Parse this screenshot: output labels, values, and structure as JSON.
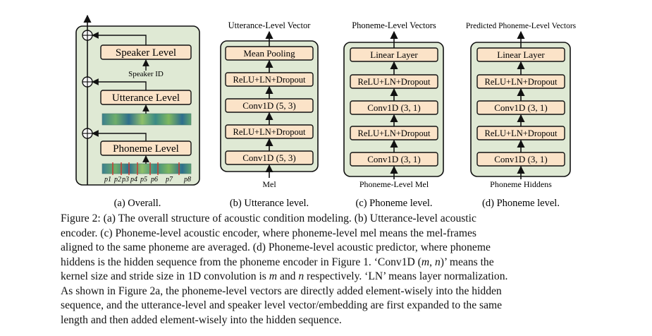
{
  "panel_a": {
    "blocks": [
      "Speaker Level",
      "Utterance Level",
      "Phoneme Level"
    ],
    "speaker_id_label": "Speaker ID",
    "phone_ticks": [
      "p1",
      "p2",
      "p3",
      "p4",
      "p5",
      "p6",
      "p7",
      "p8"
    ],
    "subcaption": "(a) Overall."
  },
  "panel_b": {
    "top_label": "Utterance-Level Vector",
    "blocks": [
      "Mean Pooling",
      "ReLU+LN+Dropout",
      "Conv1D (5, 3)",
      "ReLU+LN+Dropout",
      "Conv1D (5, 3)"
    ],
    "bottom_label": "Mel",
    "subcaption": "(b) Utterance level."
  },
  "panel_c": {
    "top_label": "Phoneme-Level Vectors",
    "blocks": [
      "Linear Layer",
      "ReLU+LN+Dropout",
      "Conv1D (3, 1)",
      "ReLU+LN+Dropout",
      "Conv1D (3, 1)"
    ],
    "bottom_label": "Phoneme-Level Mel",
    "subcaption": "(c) Phoneme level."
  },
  "panel_d": {
    "top_label": "Predicted Phoneme-Level Vectors",
    "blocks": [
      "Linear Layer",
      "ReLU+LN+Dropout",
      "Conv1D (3, 1)",
      "ReLU+LN+Dropout",
      "Conv1D (3, 1)"
    ],
    "bottom_label": "Phoneme Hiddens",
    "subcaption": "(d) Phoneme level."
  },
  "caption": {
    "line1": "Figure 2:  (a) The overall structure of acoustic condition modeling.  (b) Utterance-level acoustic",
    "line2": "encoder.  (c) Phoneme-level acoustic encoder, where phoneme-level mel means the mel-frames",
    "line3": "aligned to the same phoneme are averaged. (d) Phoneme-level acoustic predictor, where phoneme",
    "line4": "hiddens is the hidden sequence from the phoneme encoder in Figure 1. ‘Conv1D (",
    "line4_m": "m",
    "line4_comma": ", ",
    "line4_n": "n",
    "line4_end": ")’ means the",
    "line5": "kernel size and stride size in 1D convolution is ",
    "line5_m": "m",
    "line5_and": " and ",
    "line5_n": "n",
    "line5_end": " respectively. ‘LN’ means layer normalization.",
    "line6": "As shown in Figure 2a, the phoneme-level vectors are directly added element-wisely into the hidden",
    "line7": "sequence, and the utterance-level and speaker level vector/embedding are first expanded to the same",
    "line8": "length and then added element-wisely into the hidden sequence."
  },
  "colors": {
    "panel_fill": "#dfe9d4",
    "block_fill": "#fbe3c8",
    "stroke": "#111111"
  }
}
